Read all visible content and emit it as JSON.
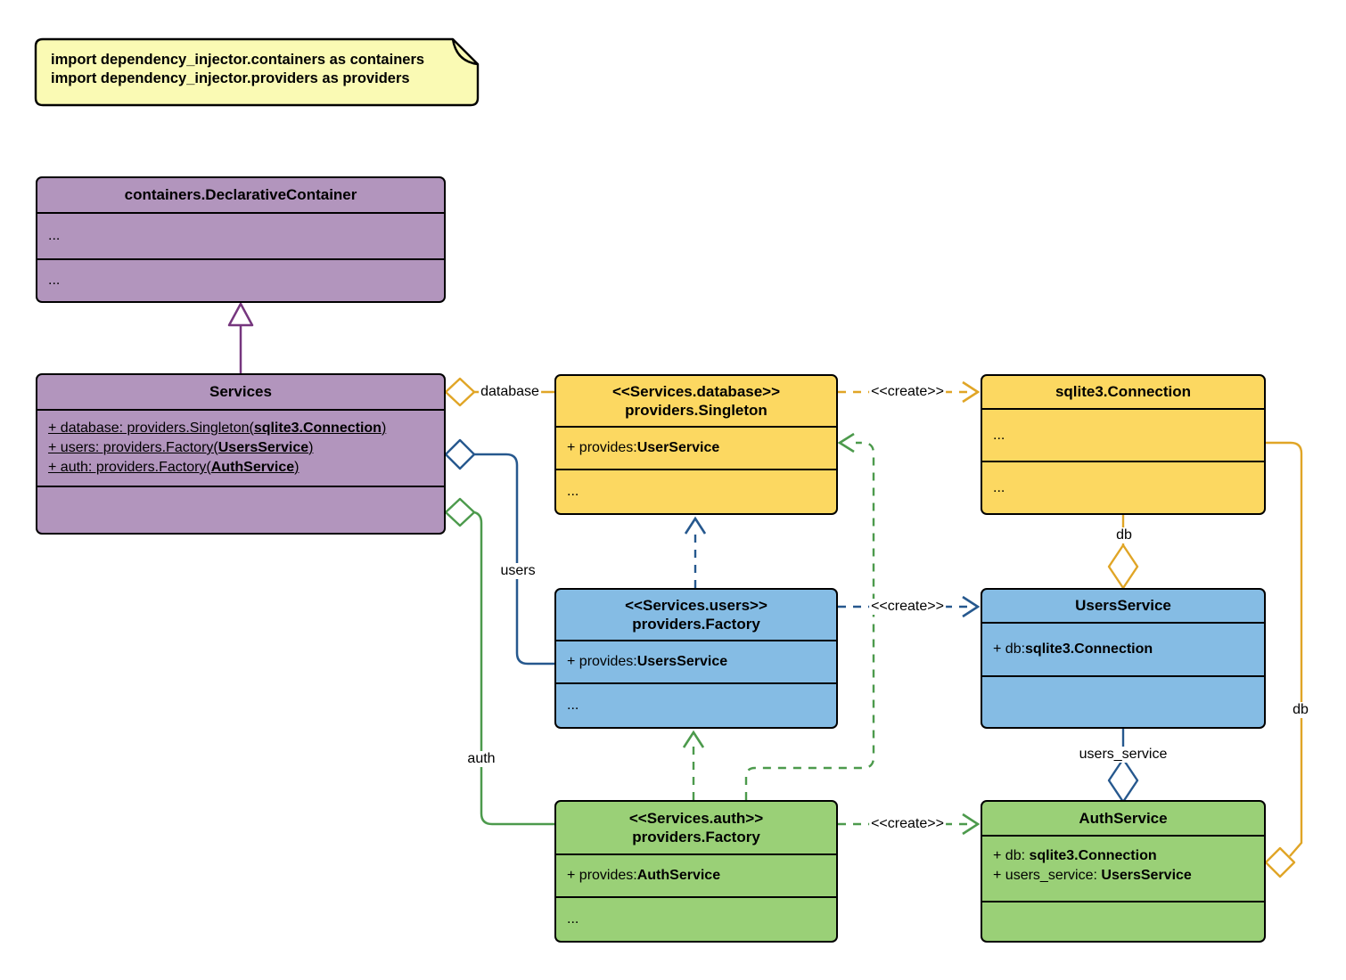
{
  "note": {
    "line1": "import dependency_injector.containers as containers",
    "line2": "import dependency_injector.providers as providers"
  },
  "classes": {
    "declarative_container": {
      "title": "containers.DeclarativeContainer",
      "ellipsis1": "...",
      "ellipsis2": "..."
    },
    "services": {
      "title": "Services",
      "attr_database": {
        "pre": "+ database: providers.Singleton(",
        "bold": "sqlite3.Connection",
        "post": ")"
      },
      "attr_users": {
        "pre": "+ users: providers.Factory(",
        "bold": "UsersService",
        "post": ")"
      },
      "attr_auth": {
        "pre": "+ auth: providers.Factory(",
        "bold": "AuthService",
        "post": ")"
      }
    },
    "singleton": {
      "stereotype": "<<Services.database>>",
      "name": "providers.Singleton",
      "provides_pre": "+ provides: ",
      "provides_type": "UserService",
      "ellipsis": "..."
    },
    "users_factory": {
      "stereotype": "<<Services.users>>",
      "name": "providers.Factory",
      "provides_pre": "+ provides: ",
      "provides_type": "UsersService",
      "ellipsis": "..."
    },
    "auth_factory": {
      "stereotype": "<<Services.auth>>",
      "name": "providers.Factory",
      "provides_pre": "+ provides: ",
      "provides_type": "AuthService",
      "ellipsis": "..."
    },
    "sqlite_connection": {
      "title": "sqlite3.Connection",
      "ellipsis1": "...",
      "ellipsis2": "..."
    },
    "users_service": {
      "title": "UsersService",
      "attr_db_pre": "+ db: ",
      "attr_db_type": "sqlite3.Connection"
    },
    "auth_service": {
      "title": "AuthService",
      "attr_db_pre": "+ db: ",
      "attr_db_type": "sqlite3.Connection",
      "attr_us_pre": "+ users_service: ",
      "attr_us_type": "UsersService"
    }
  },
  "edge_labels": {
    "database": "database",
    "users": "users",
    "auth": "auth",
    "create_db": "<<create>>",
    "create_users": "<<create>>",
    "create_auth": "<<create>>",
    "db_to_users_service": "db",
    "users_service_to_auth": "users_service",
    "db_to_auth_service": "db"
  },
  "colors": {
    "purple_fill": "#b295bd",
    "purple_stroke": "#76367e",
    "yellow_fill": "#fcd861",
    "yellow_stroke": "#e0a526",
    "blue_fill": "#85bce4",
    "blue_stroke": "#26588e",
    "green_fill": "#9ad077",
    "green_stroke": "#4c9a4c",
    "note_fill": "#fafab4",
    "box_border": "#000000"
  }
}
